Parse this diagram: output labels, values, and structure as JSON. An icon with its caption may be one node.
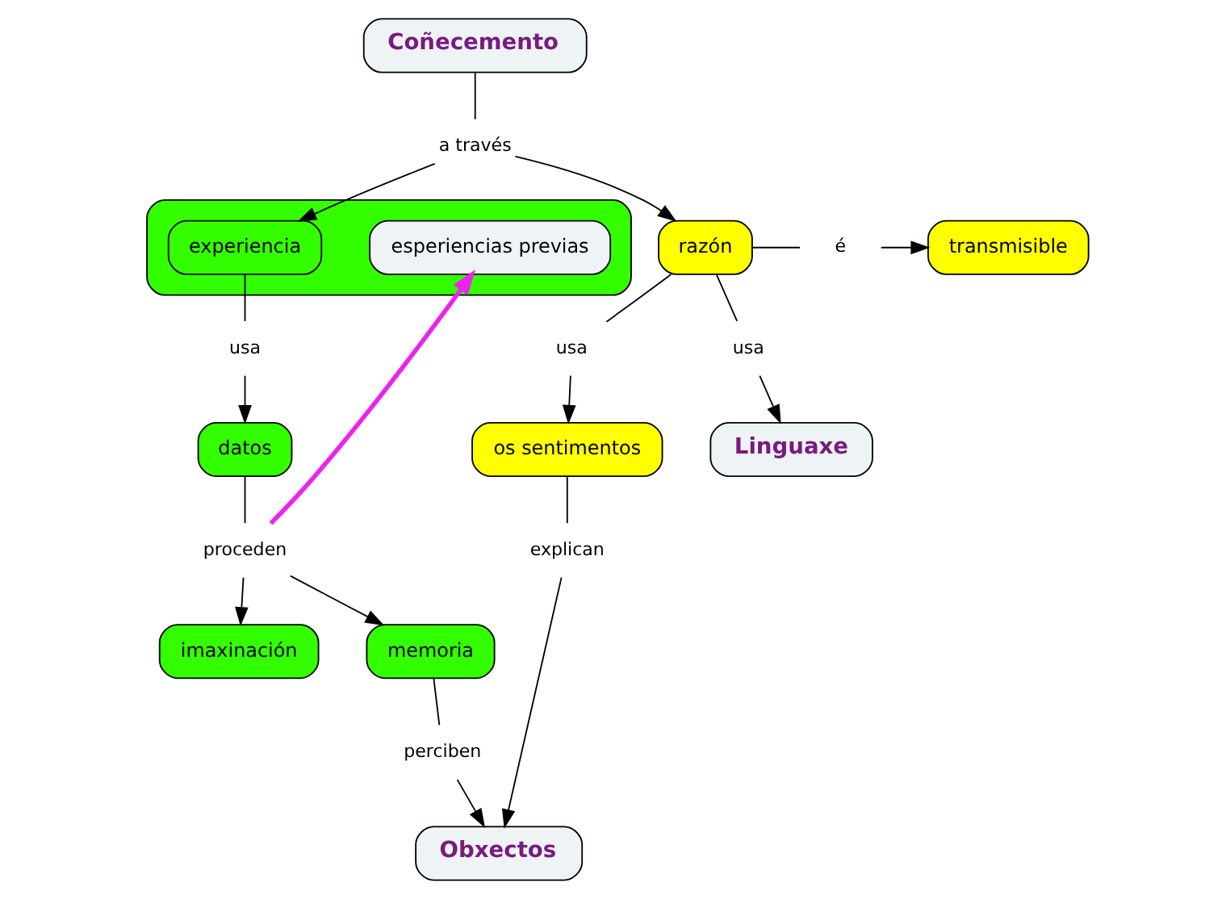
{
  "diagram": {
    "nodes": [
      {
        "text": [
          "Coñecemento"
        ]
      },
      {
        "text": [
          "a través"
        ]
      },
      {
        "text": [],
        "shape": "box"
      },
      {
        "text": [
          "esperiencias previas"
        ],
        "in": 2
      },
      {
        "text": [
          "experiencia"
        ],
        "in": 2
      },
      {
        "text": [
          "razón"
        ]
      },
      {
        "text": [
          "é"
        ]
      },
      {
        "text": [
          "transmisible"
        ]
      },
      {
        "text": [
          "usa"
        ]
      },
      {
        "text": [
          "usa"
        ]
      },
      {
        "text": [
          "usa"
        ]
      },
      {
        "text": [
          "datos"
        ]
      },
      {
        "text": [
          "os sentimentos"
        ]
      },
      {
        "text": [
          "Linguaxe"
        ]
      },
      {
        "text": [
          "proceden"
        ]
      },
      {
        "text": [
          "explican"
        ]
      },
      {
        "text": [
          "memoria"
        ]
      },
      {
        "text": [
          "imaxinación"
        ]
      },
      {
        "text": [
          "perciben"
        ]
      },
      {
        "text": [
          "Obxectos"
        ]
      }
    ],
    "edges": [
      {
        "from": 0,
        "to": 1,
        "arrow": "none"
      },
      {
        "from": 1,
        "to": 4,
        "arrow": "to"
      },
      {
        "from": 1,
        "to": 5,
        "arrow": "to"
      },
      {
        "from": 5,
        "to": 6,
        "arrow": "none"
      },
      {
        "from": 6,
        "to": 7,
        "arrow": "to"
      },
      {
        "from": 4,
        "to": 8,
        "arrow": "none"
      },
      {
        "from": 8,
        "to": 11,
        "arrow": "to"
      },
      {
        "from": 5,
        "to": 10,
        "arrow": "none"
      },
      {
        "from": 10,
        "to": 12,
        "arrow": "to"
      },
      {
        "from": 5,
        "to": 9,
        "arrow": "none"
      },
      {
        "from": 9,
        "to": 13,
        "arrow": "to"
      },
      {
        "from": 11,
        "to": 14,
        "arrow": "none"
      },
      {
        "from": 14,
        "to": 17,
        "arrow": "to"
      },
      {
        "from": 14,
        "to": 16,
        "arrow": "to"
      },
      {
        "from": 14,
        "to": 3,
        "arrow": "to",
        "style": "thick",
        "color": "#ee22ee"
      },
      {
        "from": 12,
        "to": 15,
        "arrow": "none"
      },
      {
        "from": 15,
        "to": 19,
        "arrow": "to"
      },
      {
        "from": 16,
        "to": 18,
        "arrow": "none"
      },
      {
        "from": 18,
        "to": 19,
        "arrow": "to"
      }
    ]
  }
}
